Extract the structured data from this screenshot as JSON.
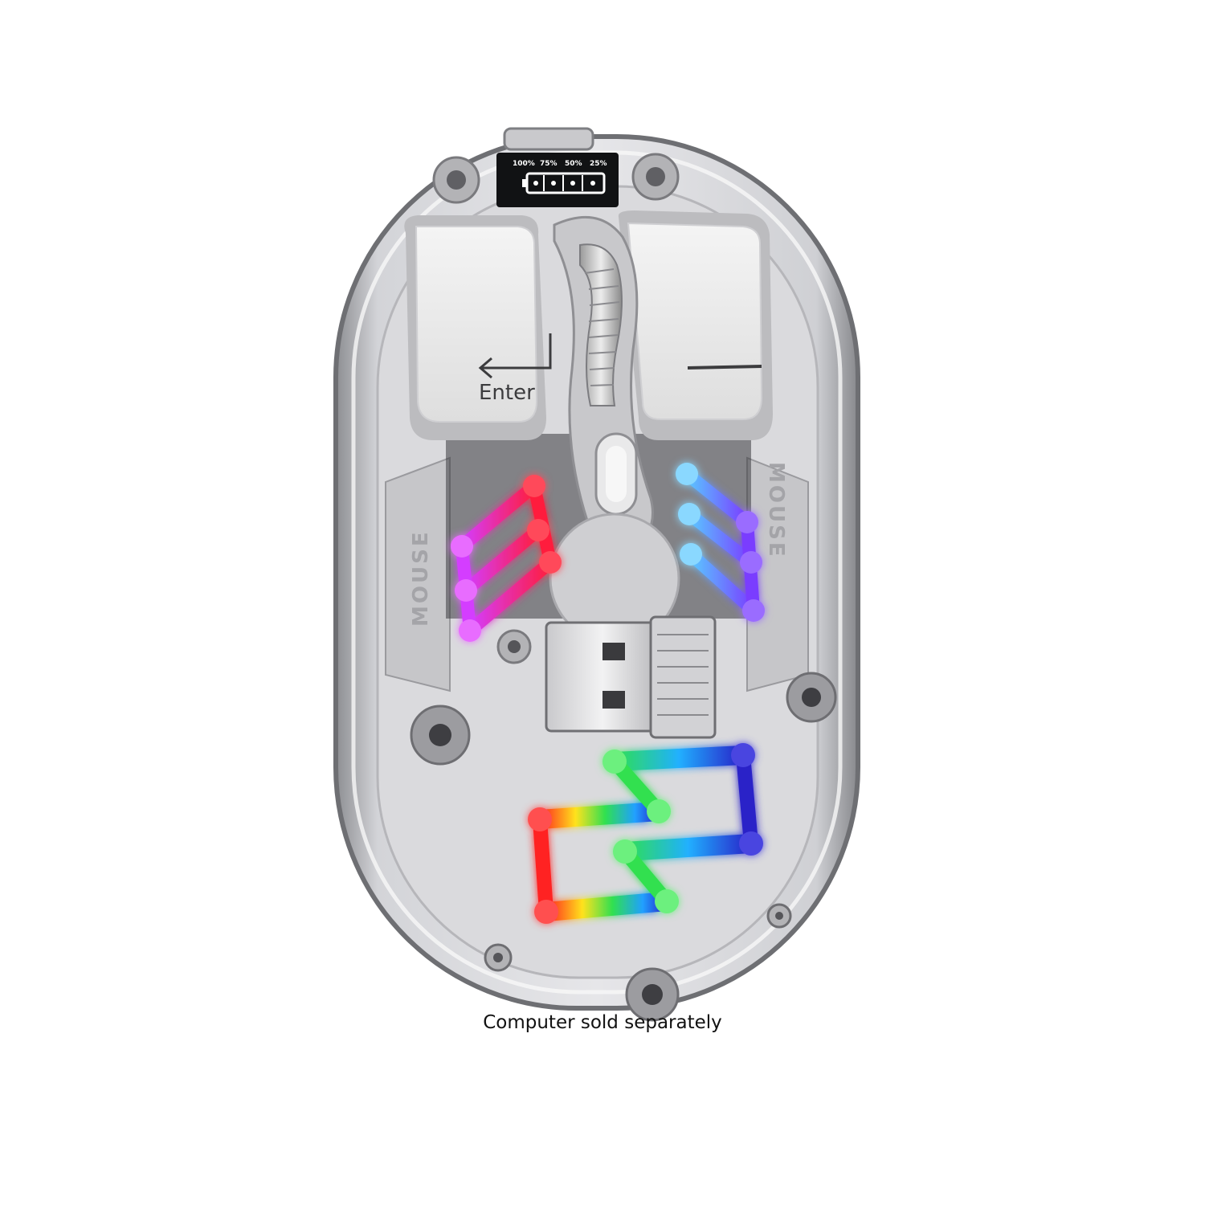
{
  "product": {
    "battery_labels": [
      "100%",
      "75%",
      "50%",
      "25%"
    ],
    "left_key_label": "Enter",
    "side_label": "MOUSE"
  },
  "caption": "Computer sold separately",
  "colors": {
    "background": "#ffffff",
    "shell": "#dcdcde",
    "keycap": "#ececec",
    "light_left": [
      "#ff1e3c",
      "#d43cff"
    ],
    "light_right": [
      "#5ac8ff",
      "#7a3cff"
    ],
    "light_bottom": [
      "#ff2020",
      "#ffe21e",
      "#30e050",
      "#20a0ff",
      "#2a20c8"
    ]
  },
  "icons": [
    "battery-icon",
    "enter-arrow-icon",
    "underscore-icon",
    "screw-icon",
    "usb-receiver-icon"
  ]
}
